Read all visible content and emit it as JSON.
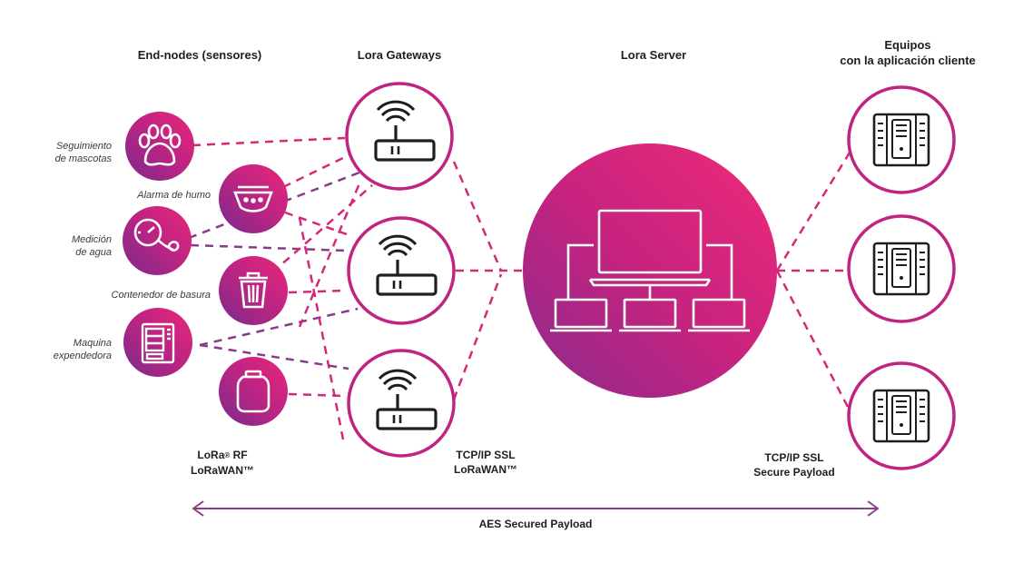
{
  "headings": {
    "end_nodes": "End-nodes (sensores)",
    "gateways": "Lora Gateways",
    "server": "Lora Server",
    "clients_line1": "Equipos",
    "clients_line2": "con la aplicación cliente"
  },
  "end_nodes": {
    "pets_line1": "Seguimiento",
    "pets_line2": "de mascotas",
    "smoke": "Alarma de humo",
    "water_line1": "Medición",
    "water_line2": "de agua",
    "trash": "Contenedor de basura",
    "vending_line1": "Maquina",
    "vending_line2": "expendedora"
  },
  "protocols": {
    "rf_line1_a": "LoRa",
    "rf_line1_reg": "®",
    "rf_line1_b": " RF",
    "rf_line2": "LoRaWAN™",
    "gw_line1": "TCP/IP SSL",
    "gw_line2": "LoRaWAN™",
    "srv_line1": "TCP/IP SSL",
    "srv_line2": "Secure Payload"
  },
  "footer": {
    "aes": "AES Secured Payload"
  },
  "colors": {
    "magenta": "#e0237a",
    "purple": "#8a2a8c",
    "dash": "#d6287a",
    "arrow": "#8d3c8c",
    "text": "#1e1e1e"
  },
  "icons": [
    "paw-icon",
    "smoke-detector-icon",
    "water-meter-icon",
    "trash-bin-icon",
    "vending-machine-icon",
    "gas-tank-icon",
    "router-wifi-icon",
    "computers-network-icon",
    "server-rack-icon"
  ]
}
